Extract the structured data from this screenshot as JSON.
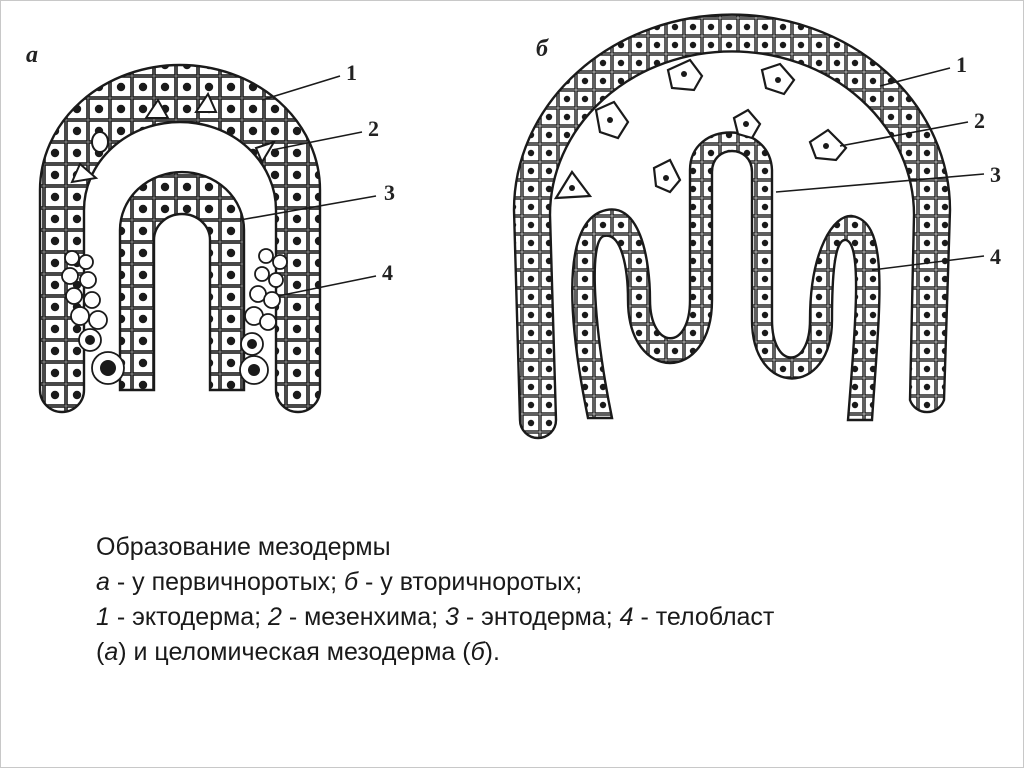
{
  "figure": {
    "panel_a": {
      "label": "а",
      "callouts": [
        "1",
        "2",
        "3",
        "4"
      ]
    },
    "panel_b": {
      "label": "б",
      "callouts": [
        "1",
        "2",
        "3",
        "4"
      ]
    }
  },
  "caption": {
    "title": "Образование мезодермы",
    "line2": {
      "a_key": "а",
      "a_text": " - у первичноротых; ",
      "b_key": "б",
      "b_text": " - у вторичноротых;"
    },
    "line3": {
      "n1": "1",
      "t1": " - эктодерма; ",
      "n2": "2",
      "t2": " - мезенхима; ",
      "n3": "3",
      "t3": " - энтодерма; ",
      "n4": "4",
      "t4": " - телобласт"
    },
    "line4": {
      "p_open": "(",
      "a_key": "а",
      "mid": ") и целомическая мезодерма (",
      "b_key": "б",
      "p_close": ")."
    }
  },
  "colors": {
    "ink": "#1a1a1a",
    "background": "#ffffff"
  }
}
